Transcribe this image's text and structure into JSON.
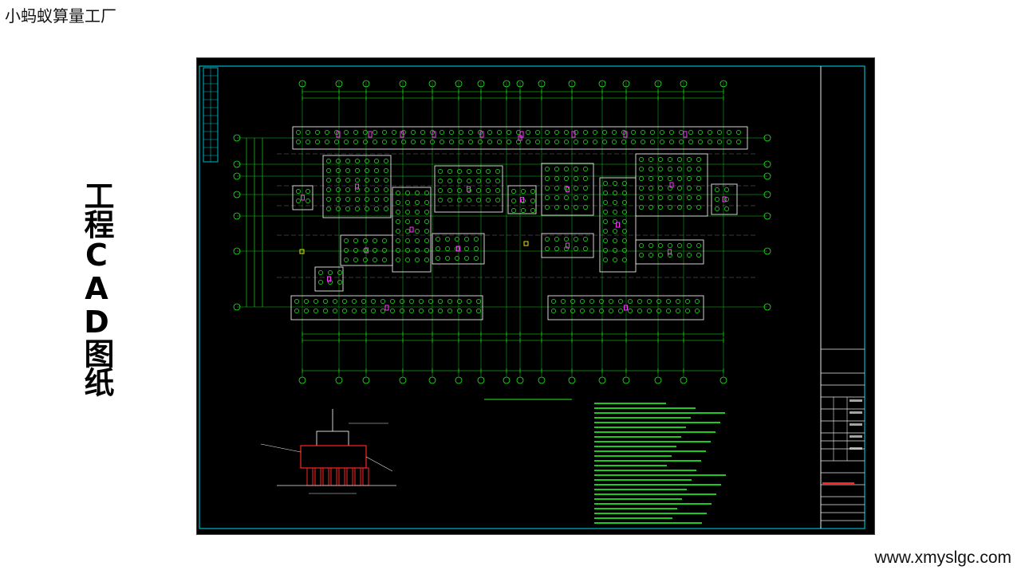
{
  "header": {
    "brand": "小蚂蚁算量工厂"
  },
  "side": {
    "title": "工程CAD图纸"
  },
  "footer": {
    "url": "www.xmyslgc.com"
  },
  "colors": {
    "page_bg": "#ffffff",
    "drawing_bg": "#000000",
    "frame_line": "#00b8c8",
    "cad_green": "#22ee22",
    "cad_white": "#e8e8e8",
    "cad_magenta": "#ff33ff",
    "cad_red": "#ff2222",
    "cad_yellow": "#e8e800"
  }
}
